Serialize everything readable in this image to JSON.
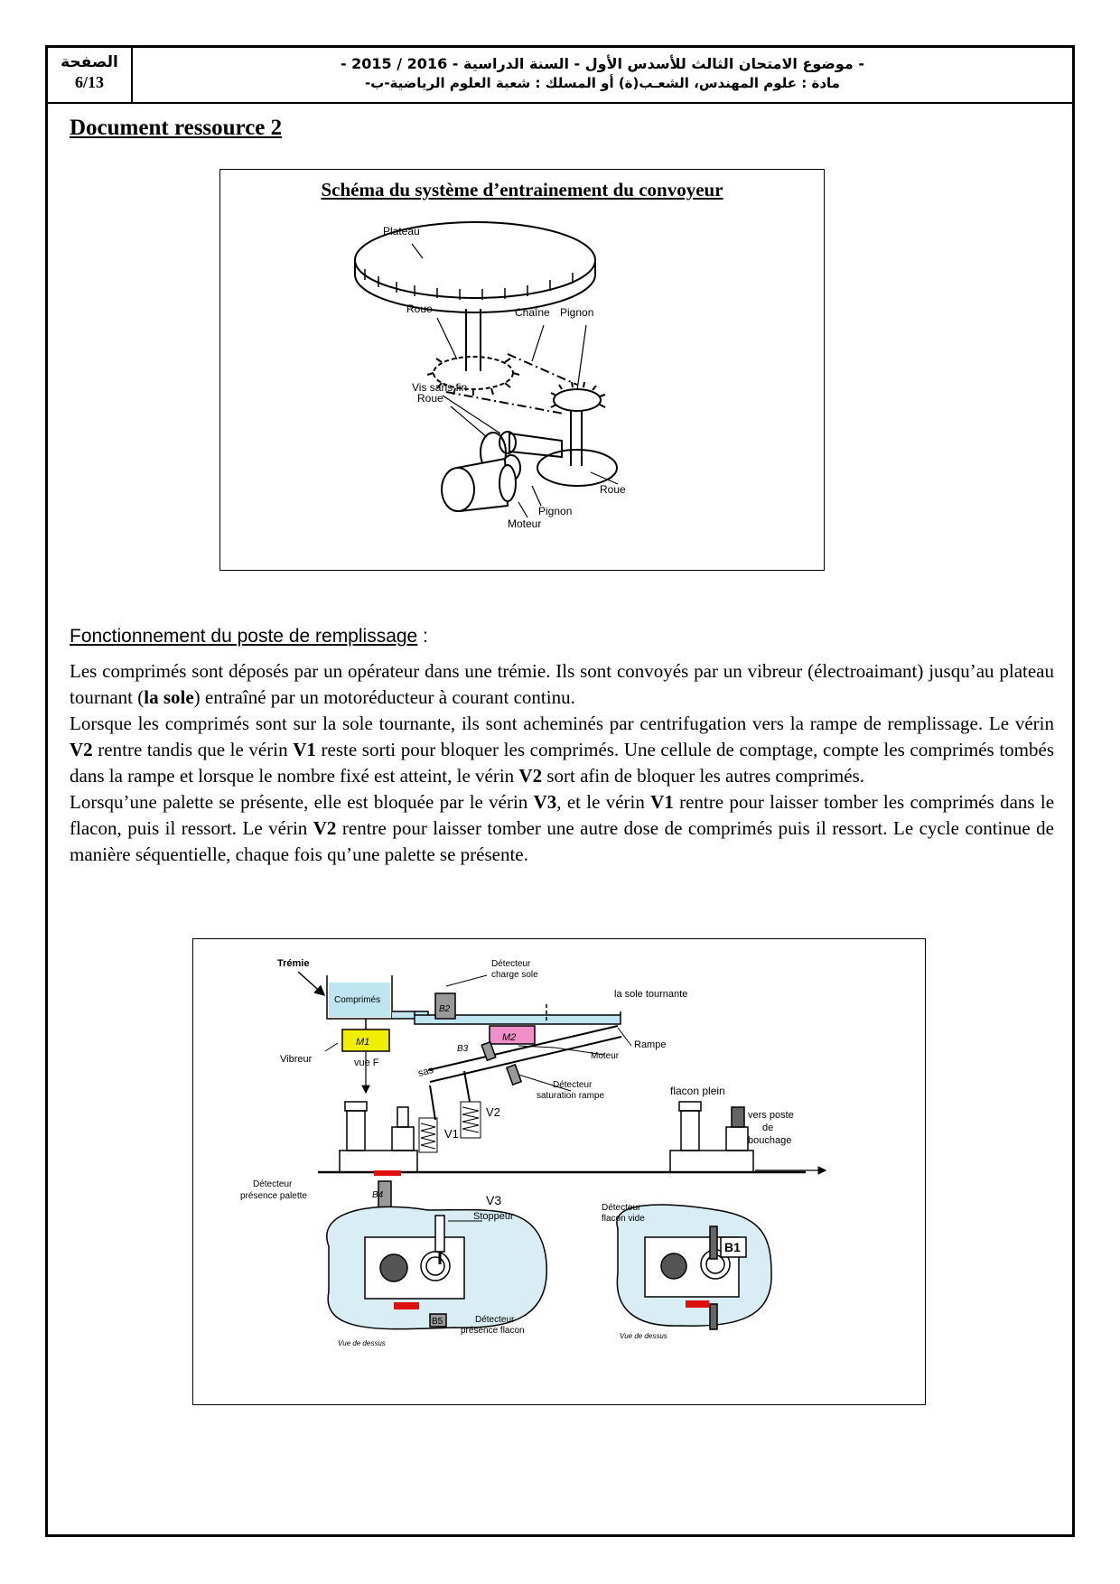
{
  "header": {
    "page_label_ar": "الصفحة",
    "page_number": "6/13",
    "line1": "- موضوع الامتحان الثالث للأسدس الأول - السنة الدراسية - 2016 / 2015 -",
    "line2": "مادة : علوم المهندس، الشعـب(ة) أو المسلك : شعبة العلوم الرياضية-ب-"
  },
  "doc_title": "Document ressource 2",
  "figure1": {
    "caption": "Schéma du système d’entrainement du convoyeur",
    "labels": {
      "plateau": "Plateau",
      "roue_top": "Roue",
      "chaine": "Chaîne",
      "pignon_top": "Pignon",
      "vis_sans_fin": "Vis sans fin",
      "roue_mid": "Roue",
      "roue_bottom": "Roue",
      "pignon_bottom": "Pignon",
      "moteur": "Moteur"
    }
  },
  "section": {
    "title": "Fonctionnement du poste de remplissage",
    "colon": " :"
  },
  "paragraphs": {
    "p1_a": "Les comprimés sont déposés par un opérateur dans une trémie. Ils sont convoyés par un vibreur (électroaimant) jusqu’au plateau tournant (",
    "p1_bold": "la sole",
    "p1_b": ") entraîné par un motoréducteur à courant continu.",
    "p2_a": "Lorsque les comprimés sont sur la sole tournante, ils sont acheminés par centrifugation vers la rampe de remplissage. Le vérin ",
    "p2_v2": "V2",
    "p2_b": " rentre tandis que le vérin ",
    "p2_v1": "V1",
    "p2_c": " reste sorti pour bloquer les comprimés. Une cellule de comptage, compte les comprimés tombés dans la rampe et lorsque le nombre fixé est atteint, le vérin ",
    "p2_v2b": "V2",
    "p2_d": " sort afin de bloquer les autres comprimés.",
    "p3_a": "Lorsqu’une palette se présente, elle est bloquée par le vérin ",
    "p3_v3": "V3",
    "p3_b": ", et le vérin ",
    "p3_v1": "V1",
    "p3_c": " rentre pour laisser tomber les comprimés dans le flacon, puis il ressort. Le vérin ",
    "p3_v2": "V2",
    "p3_d": " rentre pour laisser tomber une autre dose de comprimés puis il ressort. Le cycle continue de manière séquentielle, chaque fois qu’une palette se présente."
  },
  "figure2": {
    "labels": {
      "tremie": "Trémie",
      "comprimes": "Comprimés",
      "detecteur_charge_1": "Détecteur",
      "detecteur_charge_2": "charge sole",
      "sole": "la sole tournante",
      "m1": "M1",
      "m2": "M2",
      "b2": "B2",
      "b3": "B3",
      "rampe": "Rampe",
      "vibreur": "Vibreur",
      "vue_f": "vue F",
      "sas": "sas",
      "moteur": "Moteur",
      "det_sat_1": "Détecteur",
      "det_sat_2": "saturation rampe",
      "flacon_plein": "flacon plein",
      "v1": "V1",
      "v2": "V2",
      "vers_1": "vers poste",
      "vers_2": "de",
      "vers_3": "bouchage",
      "det_pal_1": "Détecteur",
      "det_pal_2": "présence palette",
      "b4": "B4",
      "v3": "V3",
      "stoppeur": "Stoppeur",
      "det_vide_1": "Détecteur",
      "det_vide_2": "flacon vide",
      "b1": "B1",
      "b5": "B5",
      "det_fl_1": "Détecteur",
      "det_fl_2": "présence flacon",
      "vue_dessus_1": "Vue de dessus",
      "vue_dessus_2": "Vue de dessus"
    },
    "colors": {
      "comprimes_fill": "#bfe6f0",
      "m1_fill": "#f0ef00",
      "m2_fill": "#f08fc8",
      "red": "#e01010",
      "blob_fill": "#d8eef4"
    }
  }
}
